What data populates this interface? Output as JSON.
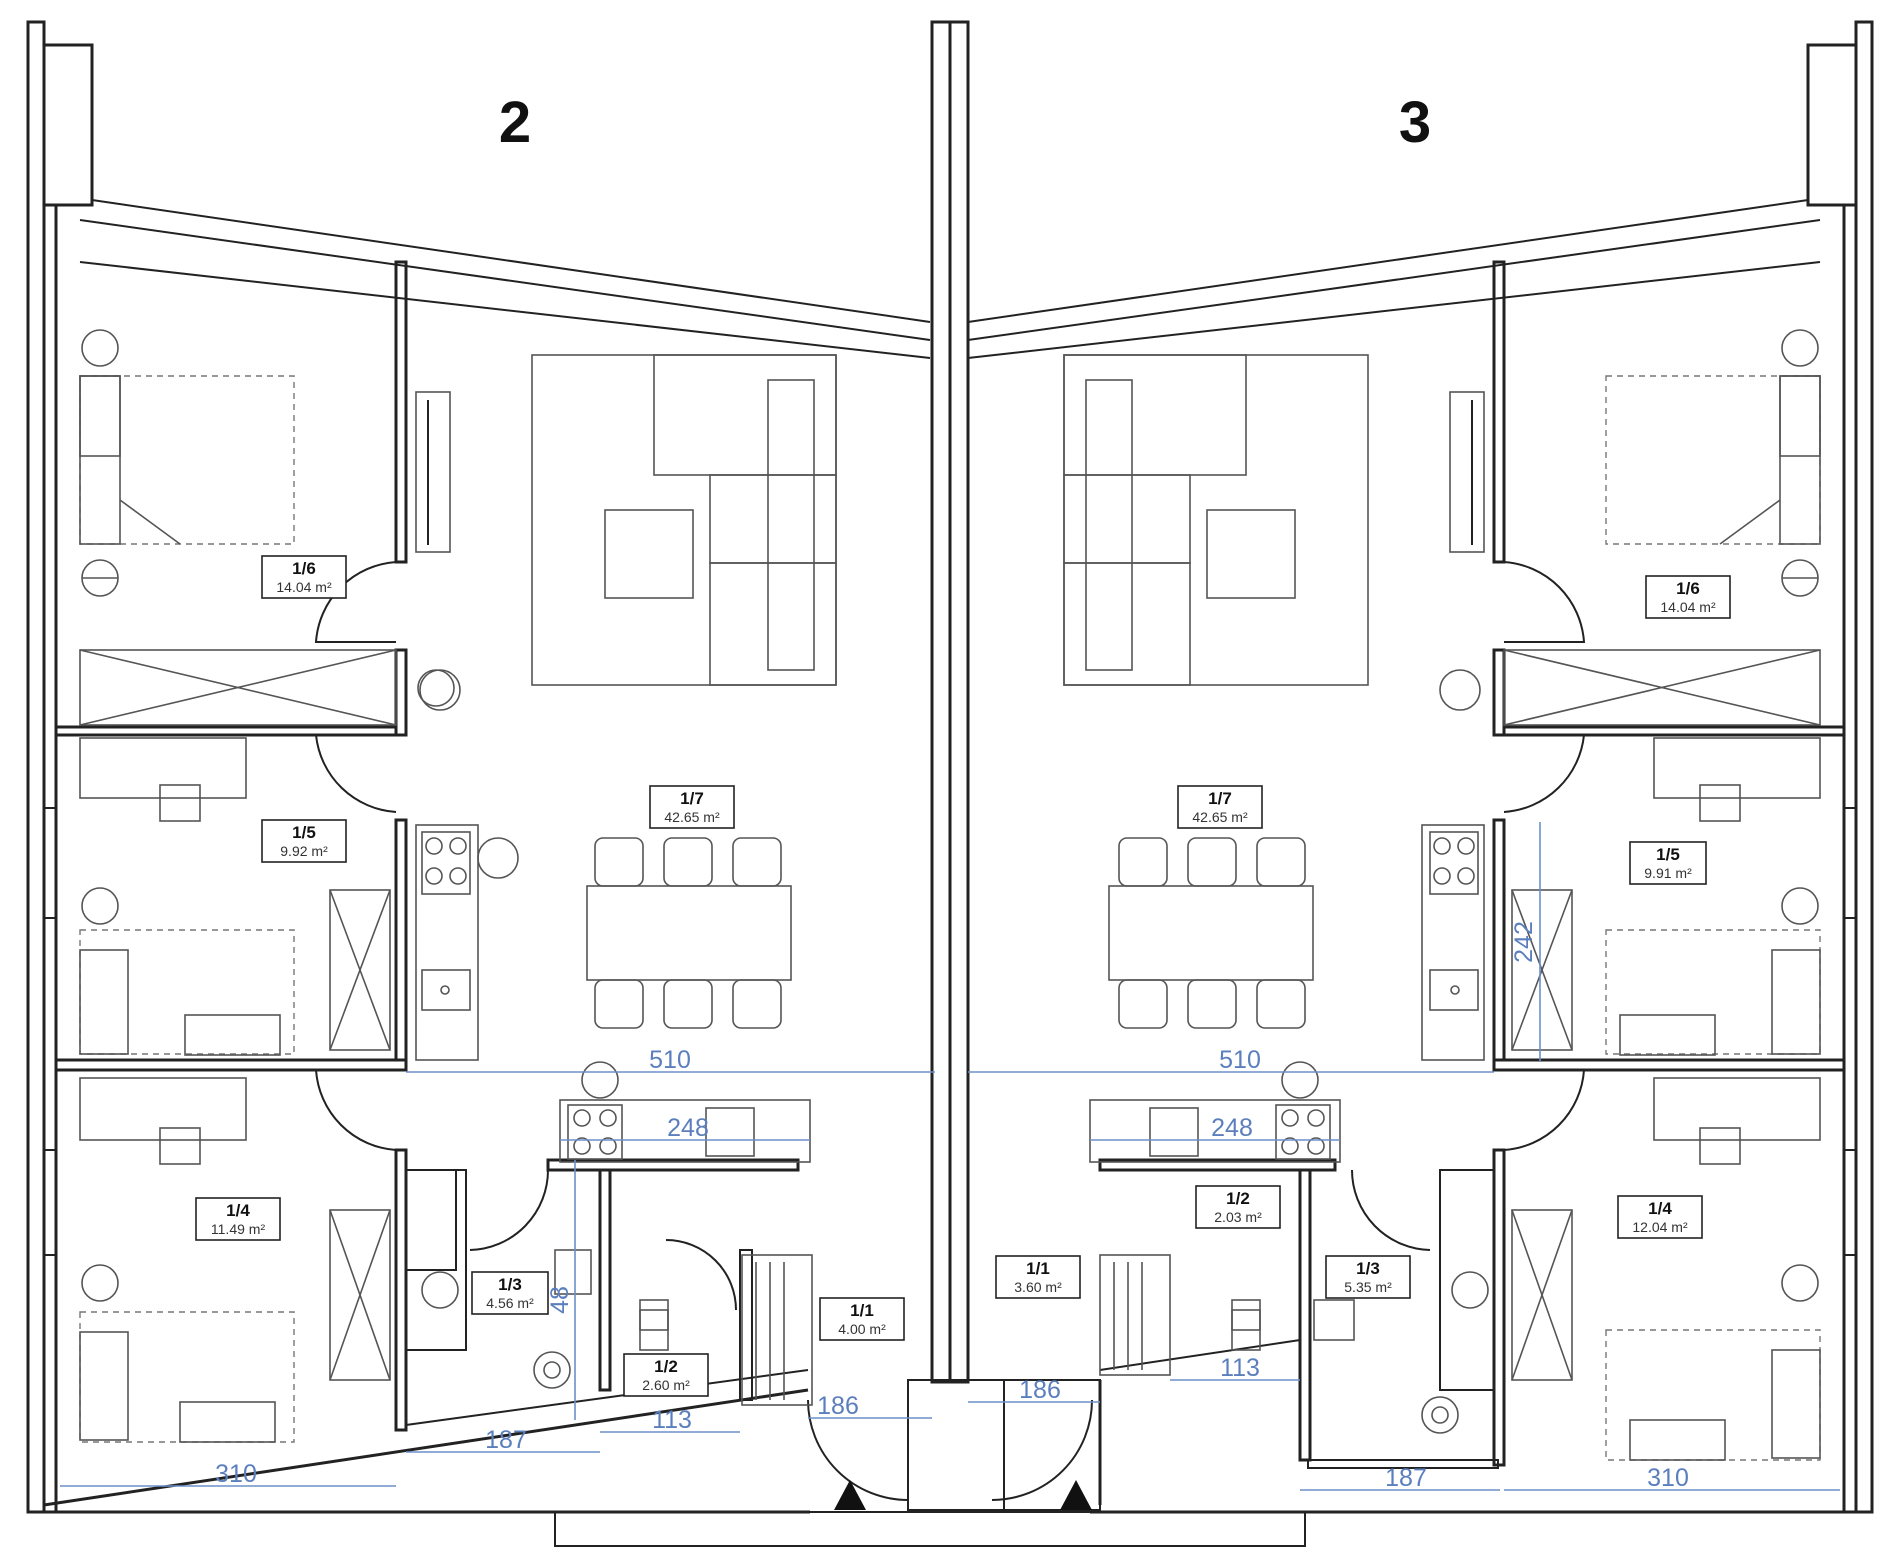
{
  "units": [
    {
      "number": "2"
    },
    {
      "number": "3"
    }
  ],
  "rooms": [
    {
      "id": "1/6",
      "area": "14.04 m²"
    },
    {
      "id": "1/5",
      "area": "9.92 m²"
    },
    {
      "id": "1/7",
      "area": "42.65 m²"
    },
    {
      "id": "1/4",
      "area": "11.49 m²"
    },
    {
      "id": "1/3",
      "area": "4.56 m²"
    },
    {
      "id": "1/2",
      "area": "2.60 m²"
    },
    {
      "id": "1/1",
      "area": "4.00 m²"
    },
    {
      "id": "1/7",
      "area": "42.65 m²"
    },
    {
      "id": "1/6",
      "area": "14.04 m²"
    },
    {
      "id": "1/5",
      "area": "9.91 m²"
    },
    {
      "id": "1/4",
      "area": "12.04 m²"
    },
    {
      "id": "1/2",
      "area": "2.03 m²"
    },
    {
      "id": "1/3",
      "area": "5.35 m²"
    },
    {
      "id": "1/1",
      "area": "3.60 m²"
    }
  ],
  "dimensions": [
    "510",
    "248",
    "186",
    "113",
    "187",
    "310",
    "48",
    "510",
    "248",
    "242",
    "186",
    "113",
    "187",
    "310"
  ]
}
